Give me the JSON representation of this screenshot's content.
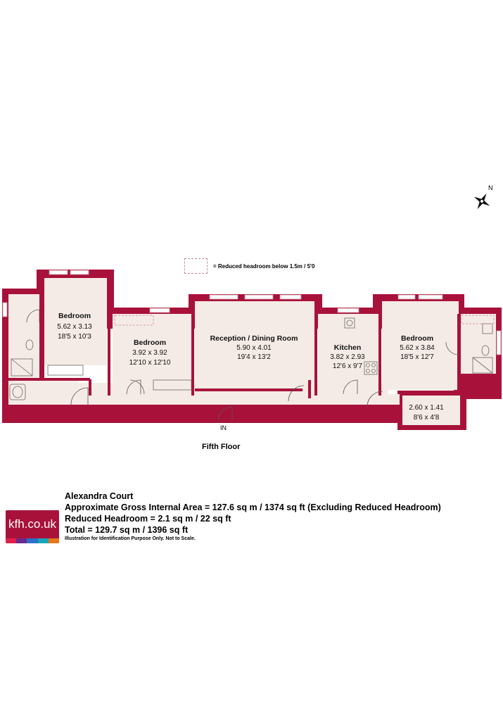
{
  "colors": {
    "wall": "#a8123a",
    "floor": "#f5ebe6",
    "logo_bar": [
      "#e0204a",
      "#6a2a90",
      "#2a72c9",
      "#17a6b8",
      "#e8761a"
    ]
  },
  "legend": {
    "text": "= Reduced headroom below 1.5m / 5'0"
  },
  "compass": {
    "north": "N"
  },
  "rooms": {
    "bedroom1": {
      "name": "Bedroom",
      "metric": "5.62 x 3.13",
      "imperial": "18'5 x 10'3"
    },
    "bedroom2": {
      "name": "Bedroom",
      "metric": "3.92 x 3.92",
      "imperial": "12'10 x 12'10"
    },
    "reception": {
      "name": "Reception / Dining Room",
      "metric": "5.90 x 4.01",
      "imperial": "19'4 x 13'2"
    },
    "kitchen": {
      "name": "Kitchen",
      "metric": "3.82 x 2.93",
      "imperial": "12'6 x 9'7"
    },
    "bedroom3": {
      "name": "Bedroom",
      "metric": "5.62 x 3.84",
      "imperial": "18'5 x 12'7"
    },
    "storage": {
      "metric": "2.60 x 1.41",
      "imperial": "8'6 x 4'8"
    }
  },
  "entrance": "IN",
  "floor_label": "Fifth Floor",
  "logo": {
    "text": "kfh.co.uk"
  },
  "info": {
    "building": "Alexandra Court",
    "gross_area": "Approximate Gross Internal Area = 127.6 sq m / 1374 sq ft (Excluding Reduced Headroom)",
    "reduced": "Reduced Headroom = 2.1 sq m / 22 sq ft",
    "total": "Total = 129.7 sq m / 1396 sq ft",
    "disclaimer": "Illustration for Identification Purpose Only. Not to Scale."
  }
}
